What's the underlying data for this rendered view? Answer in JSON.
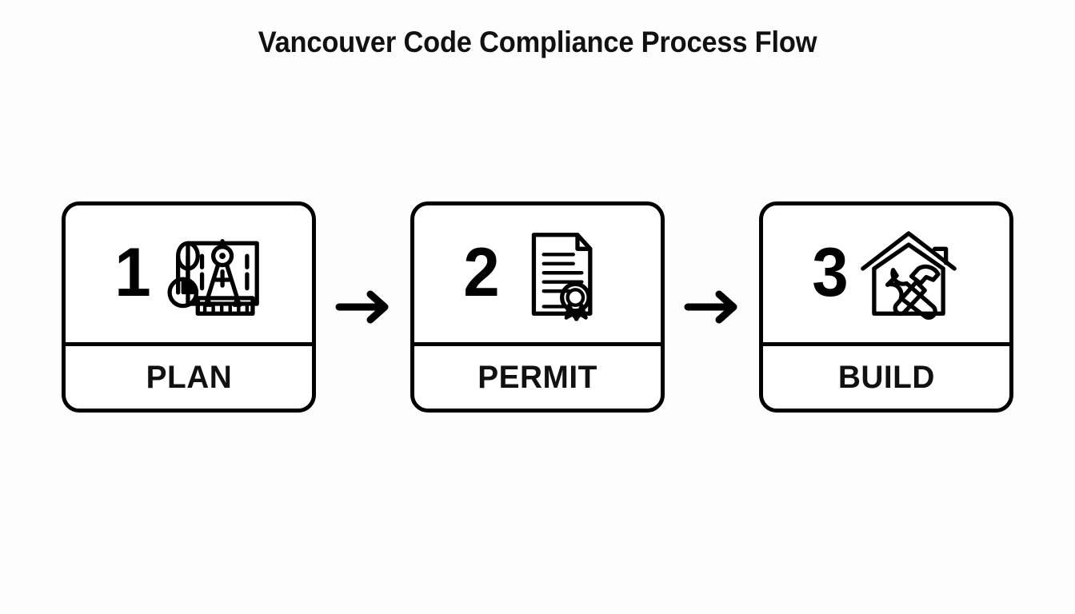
{
  "page": {
    "title": "Vancouver Code Compliance Process Flow",
    "background_color": "#fdfdfd",
    "stroke_color": "#000000",
    "text_color": "#111111"
  },
  "flow": {
    "steps": [
      {
        "number": "1",
        "label": "PLAN",
        "icon": "blueprint-compass-icon"
      },
      {
        "number": "2",
        "label": "PERMIT",
        "icon": "certificate-seal-icon"
      },
      {
        "number": "3",
        "label": "BUILD",
        "icon": "house-tools-icon"
      }
    ],
    "connectors": [
      {
        "icon": "arrow-right-icon"
      },
      {
        "icon": "arrow-right-icon"
      }
    ]
  }
}
